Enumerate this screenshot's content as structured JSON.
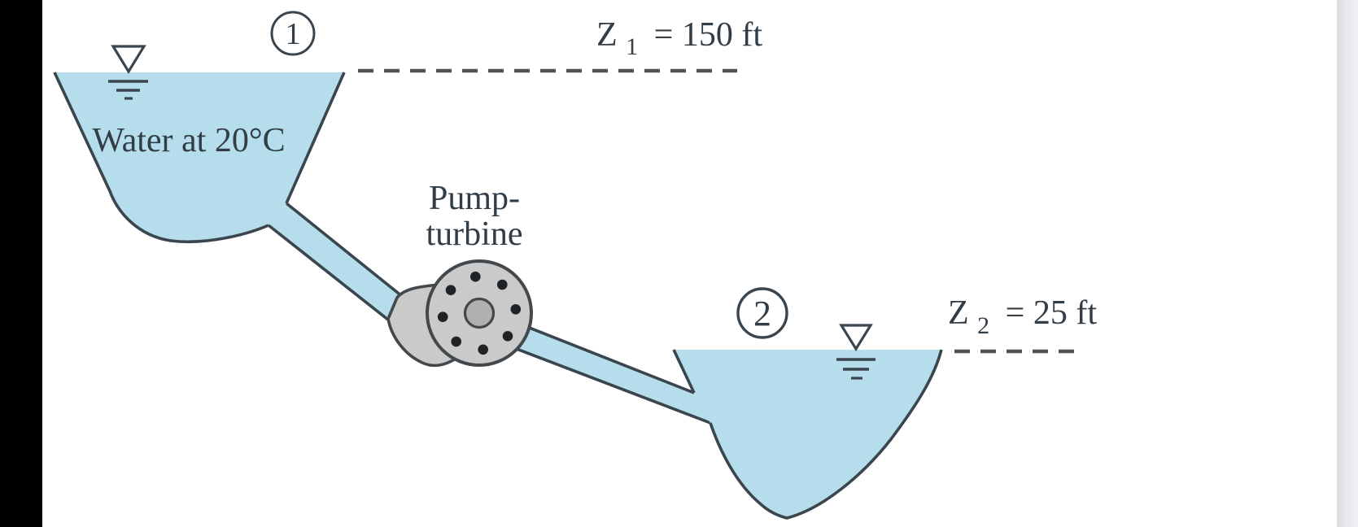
{
  "figure": {
    "description": "Two reservoirs at different elevations connected by a pipe through a pump-turbine",
    "reservoir1": {
      "point_label": "1",
      "water_label": "Water at 20°C",
      "elevation_symbol": "Z",
      "elevation_subscript": "1",
      "elevation_value": "= 150 ft"
    },
    "reservoir2": {
      "point_label": "2",
      "elevation_symbol": "Z",
      "elevation_subscript": "2",
      "elevation_value": "= 25 ft"
    },
    "pump": {
      "label_line1": "Pump-",
      "label_line2": "turbine"
    }
  },
  "colors": {
    "water_blue": "#b6ddeb",
    "line_dark": "#3b454e",
    "pump_body_gray": "#c9cac9",
    "pump_hub_gray": "#b0b0af",
    "bolt_dark": "#202326",
    "text_dark": "#333d46",
    "dash_gray": "#4d545a",
    "left_bar": "#000000",
    "right_bar": "#e3e3e9"
  }
}
